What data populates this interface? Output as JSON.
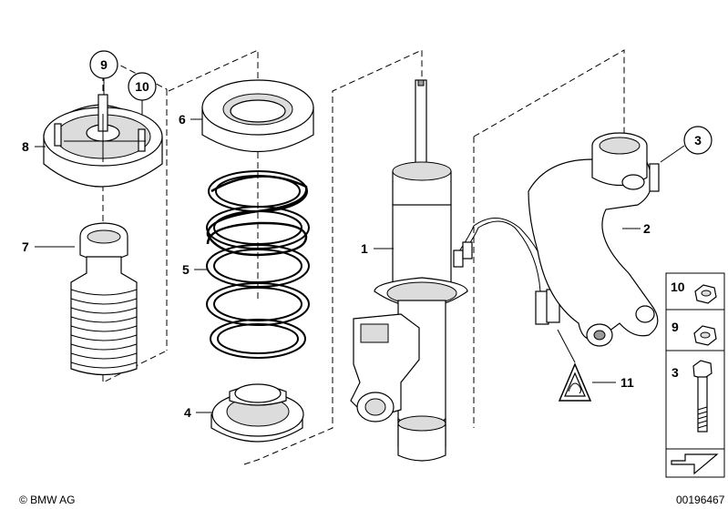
{
  "callouts": {
    "c1": "1",
    "c2": "2",
    "c3": "3",
    "c4": "4",
    "c5": "5",
    "c6": "6",
    "c7": "7",
    "c8": "8",
    "c9": "9",
    "c10": "10",
    "c11": "11"
  },
  "legend": {
    "l10": "10",
    "l9": "9",
    "l3": "3"
  },
  "footer": {
    "copyright": "© BMW AG",
    "part_id": "00196467"
  }
}
